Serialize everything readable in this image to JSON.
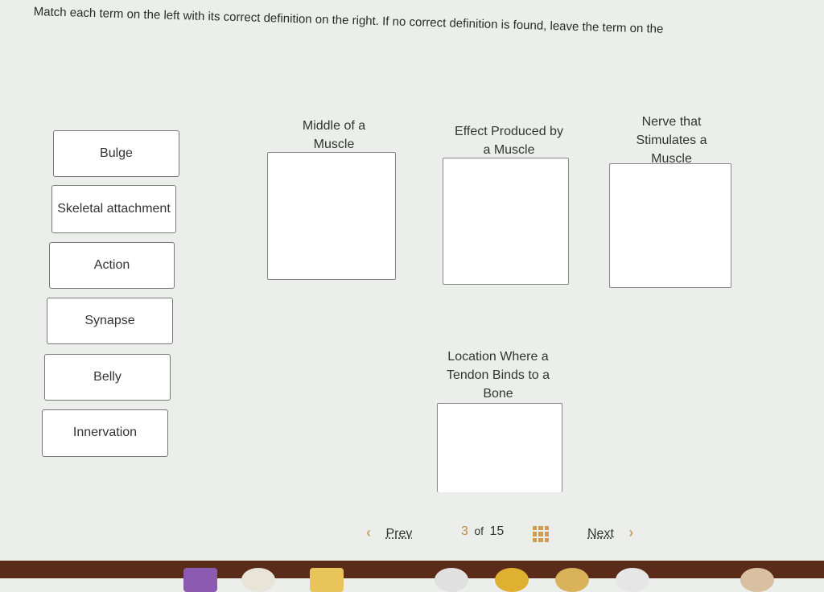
{
  "instruction": "Match each term on the left with its correct definition on the right. If no correct definition is found, leave the term on the",
  "terms": [
    "Bulge",
    "Skeletal attachment",
    "Action",
    "Synapse",
    "Belly",
    "Innervation"
  ],
  "definitions": [
    "Middle of a Muscle",
    "Effect Produced by a Muscle",
    "Nerve that Stimulates a Muscle",
    "Location Where a Tendon Binds to a Bone"
  ],
  "nav": {
    "prev": "Prev",
    "current": "3",
    "of": "of",
    "total": "15",
    "next": "Next"
  },
  "colors": {
    "accent": "#cf9d53",
    "taskbar": "#5b2b19"
  }
}
